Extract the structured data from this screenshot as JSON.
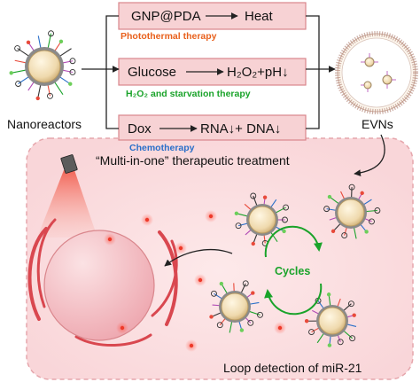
{
  "pathways": [
    {
      "input": "GNP@PDA",
      "output": "Heat",
      "therapy": "Photothermal therapy",
      "therapy_color": "#e8601c"
    },
    {
      "input": "Glucose",
      "output": "H₂O₂+pH↓",
      "therapy": "H₂O₂ and starvation therapy",
      "therapy_color": "#1aa32a"
    },
    {
      "input": "Dox",
      "output": "RNA↓+ DNA↓",
      "therapy": "Chemotherapy",
      "therapy_color": "#2a6fc9"
    }
  ],
  "labels": {
    "nanoreactors": "Nanoreactors",
    "evns": "EVNs",
    "treatment": "“Multi-in-one” therapeutic treatment",
    "cycles": "Cycles",
    "loop": "Loop detection of miR-21"
  },
  "colors": {
    "box_fill": "#f7d2d4",
    "box_stroke": "#d9868c",
    "cell_bg": "#fbe3e5",
    "nucleus": "#f2b5bb",
    "particle_core": "#f0ddb5",
    "cycles_green": "#1aa32a",
    "red_dots": "#ee3a2a"
  }
}
